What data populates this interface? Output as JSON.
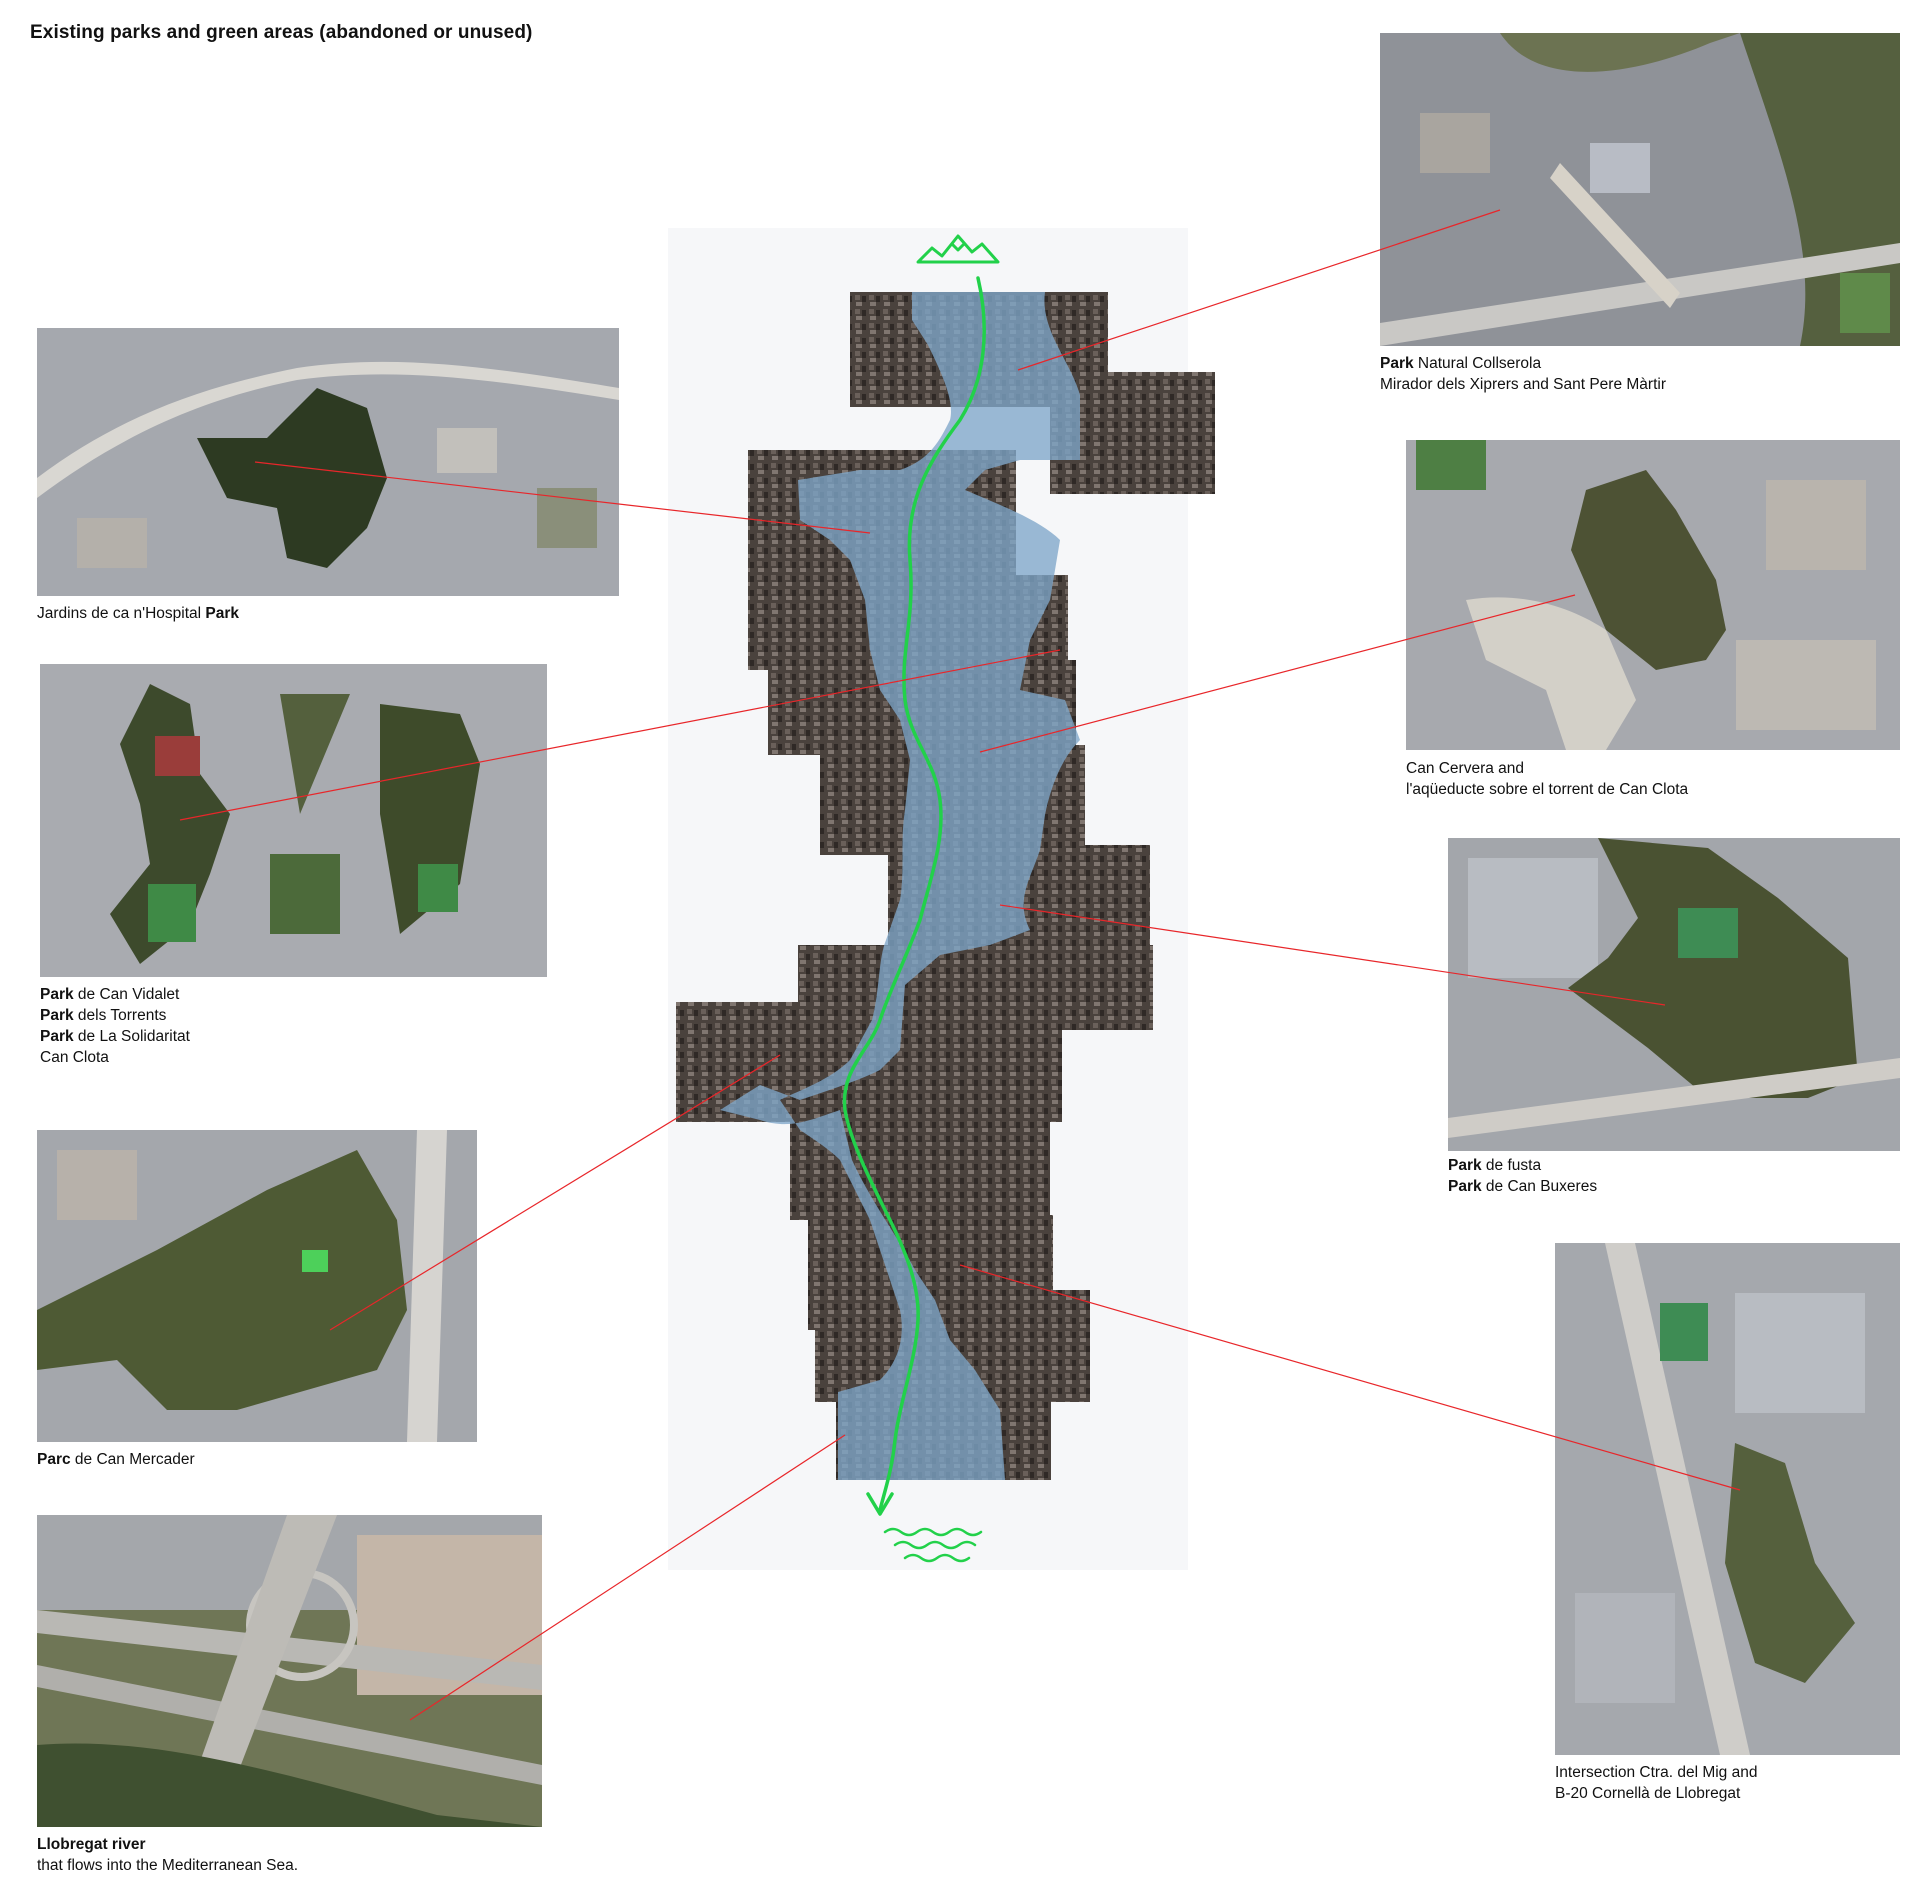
{
  "page": {
    "title": "Existing parks and green areas (abandoned or unused)"
  },
  "colors": {
    "connector": "#e8262a",
    "river_arrow": "#22d14a",
    "water_overlay": "#7fa6c9",
    "urban_dark": "#3a3330",
    "urban_gray": "#a3a7ae",
    "park_green": "#2d3a22"
  },
  "icons": {
    "source": "mountain-icon",
    "mouth": "sea-waves-icon"
  },
  "cards": [
    {
      "id": "collserola",
      "lines": [
        {
          "bold": "Park",
          "rest": " Natural Collserola"
        },
        {
          "bold": "",
          "rest": "Mirador dels Xiprers and Sant Pere Màrtir"
        }
      ]
    },
    {
      "id": "ca-nhospital",
      "lines": [
        {
          "bold": "",
          "rest": "Jardins de ca n'Hospital ",
          "bold_after": "Park"
        }
      ]
    },
    {
      "id": "can-cervera",
      "lines": [
        {
          "bold": "",
          "rest": "Can Cervera and"
        },
        {
          "bold": "",
          "rest": "l'aqüeducte sobre el torrent de Can Clota"
        }
      ]
    },
    {
      "id": "can-vidalet",
      "lines": [
        {
          "bold": "Park",
          "rest": " de Can Vidalet"
        },
        {
          "bold": "Park",
          "rest": " dels Torrents"
        },
        {
          "bold": "Park",
          "rest": " de La Solidaritat"
        },
        {
          "bold": "",
          "rest": "Can Clota"
        }
      ]
    },
    {
      "id": "fusta",
      "lines": [
        {
          "bold": "Park",
          "rest": " de fusta"
        },
        {
          "bold": "Park",
          "rest": " de Can Buxeres"
        }
      ]
    },
    {
      "id": "can-mercader",
      "lines": [
        {
          "bold": "Parc",
          "rest": " de Can Mercader"
        }
      ]
    },
    {
      "id": "ctra-mig",
      "lines": [
        {
          "bold": "",
          "rest": "Intersection Ctra. del Mig and"
        },
        {
          "bold": "",
          "rest": "B-20 Cornellà de Llobregat"
        }
      ]
    },
    {
      "id": "llobregat",
      "lines": [
        {
          "bold": "Llobregat river",
          "rest": ""
        },
        {
          "bold": "",
          "rest": "that flows into the Mediterranean Sea."
        }
      ]
    }
  ]
}
